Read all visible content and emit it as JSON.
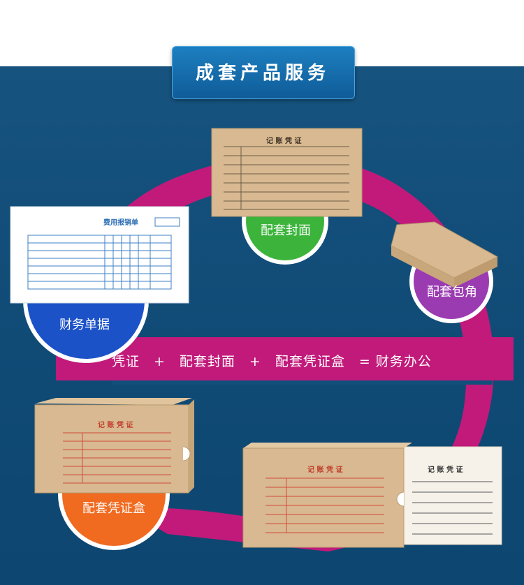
{
  "header": {
    "title": "成套产品服务"
  },
  "labels": {
    "cover": "配套封面",
    "corner": "配套包角",
    "receipts": "财务单据",
    "box": "配套凭证盒"
  },
  "formula": "凭证　+　配套封面　+　配套凭证盒　= 财务办公",
  "documents": {
    "voucher_title": "记 账 凭 证",
    "expense_title": "费用报销单"
  },
  "colors": {
    "background_blue": "#124f7b",
    "ring_magenta": "#c11a7a",
    "cover_green": "#3cb43c",
    "corner_purple": "#9a3bb1",
    "receipts_blue": "#1c52c8",
    "box_orange": "#f06a1f",
    "kraft": "#d8b991"
  }
}
